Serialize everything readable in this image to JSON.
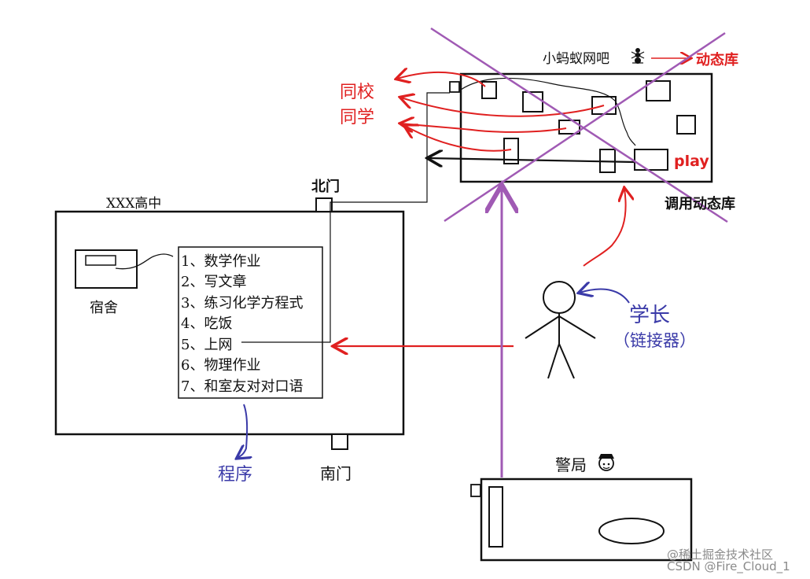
{
  "colors": {
    "red": "#e02020",
    "blue": "#3a3aa8",
    "purple": "#a05ab4",
    "black": "#111111"
  },
  "school": {
    "title": "XXX高中",
    "dorm_label": "宿舍",
    "north_gate": "北门",
    "south_gate": "南门",
    "program_label": "程序",
    "tasks": [
      "1、数学作业",
      "2、写文章",
      "3、练习化学方程式",
      "4、吃饭",
      "5、上网",
      "6、物理作业",
      "7、和室友对对口语"
    ]
  },
  "netcafe": {
    "title": "小蚂蚁网吧",
    "ant_icon": "ant-icon",
    "dynamic_lib": "动态库",
    "play_label": "play",
    "call_label": "调用动态库",
    "classmates_line1": "同校",
    "classmates_line2": "同学"
  },
  "senior": {
    "label": "学长",
    "sublabel": "（链接器）"
  },
  "police": {
    "label": "警局",
    "icon": "police-icon"
  },
  "watermark": {
    "line1": "@稀土掘金技术社区",
    "line2": "CSDN @Fire_Cloud_1"
  }
}
